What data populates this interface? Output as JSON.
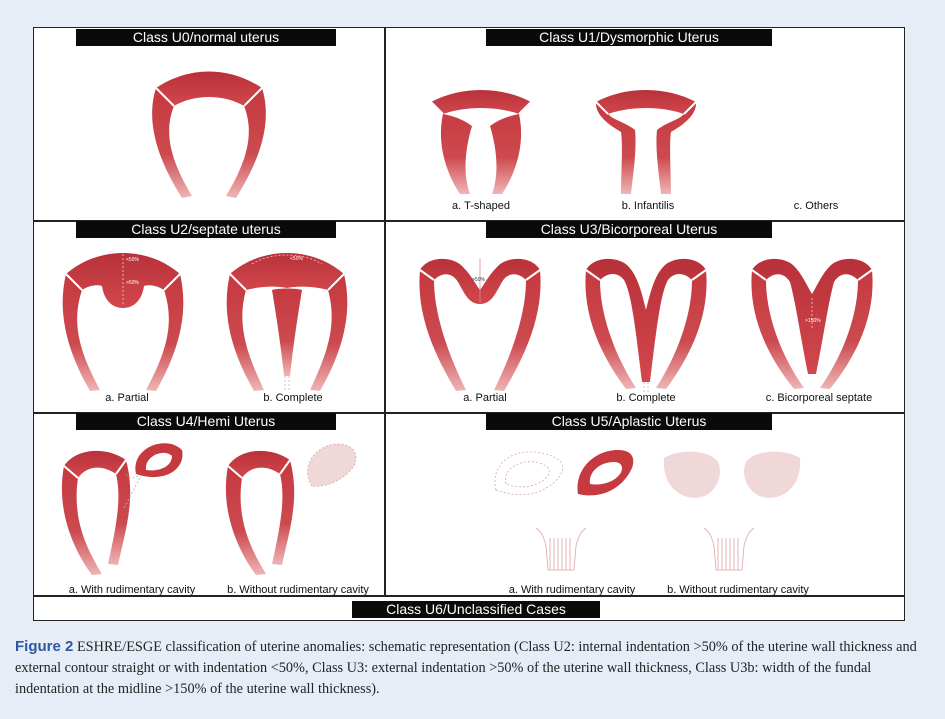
{
  "colors": {
    "uterus": "#c5393f",
    "uterus_light": "#e49a9c",
    "ghost": "#f0d8d8",
    "header_bg": "#0a0a0a"
  },
  "panels": {
    "u0": {
      "title": "Class U0/normal uterus"
    },
    "u1": {
      "title": "Class U1/Dysmorphic Uterus",
      "labels": [
        "a. T-shaped",
        "b. Infantilis",
        "c. Others"
      ]
    },
    "u2": {
      "title": "Class U2/septate uterus",
      "labels": [
        "a. Partial",
        "b. Complete"
      ],
      "annotations": [
        "<50%",
        ">50%",
        "<50%"
      ]
    },
    "u3": {
      "title": "Class U3/Bicorporeal Uterus",
      "labels": [
        "a. Partial",
        "b. Complete",
        "c. Bicorporeal septate"
      ],
      "annotations": [
        ">50%",
        ">150%"
      ]
    },
    "u4": {
      "title": "Class U4/Hemi Uterus",
      "labels": [
        "a. With rudimentary cavity",
        "b. Without rudimentary cavity"
      ]
    },
    "u5": {
      "title": "Class U5/Aplastic Uterus",
      "labels": [
        "a. With rudimentary cavity",
        "b. Without rudimentary cavity"
      ]
    },
    "u6": {
      "title": "Class U6/Unclassified Cases"
    }
  },
  "caption": {
    "figure_label": "Figure 2",
    "text": "ESHRE/ESGE classification of uterine anomalies: schematic representation (Class U2: internal indentation >50% of the uterine wall thickness and external contour straight or with indentation <50%, Class U3: external indentation >50% of the uterine wall thickness, Class U3b: width of the fundal indentation at the midline >150% of the uterine wall thickness)."
  }
}
